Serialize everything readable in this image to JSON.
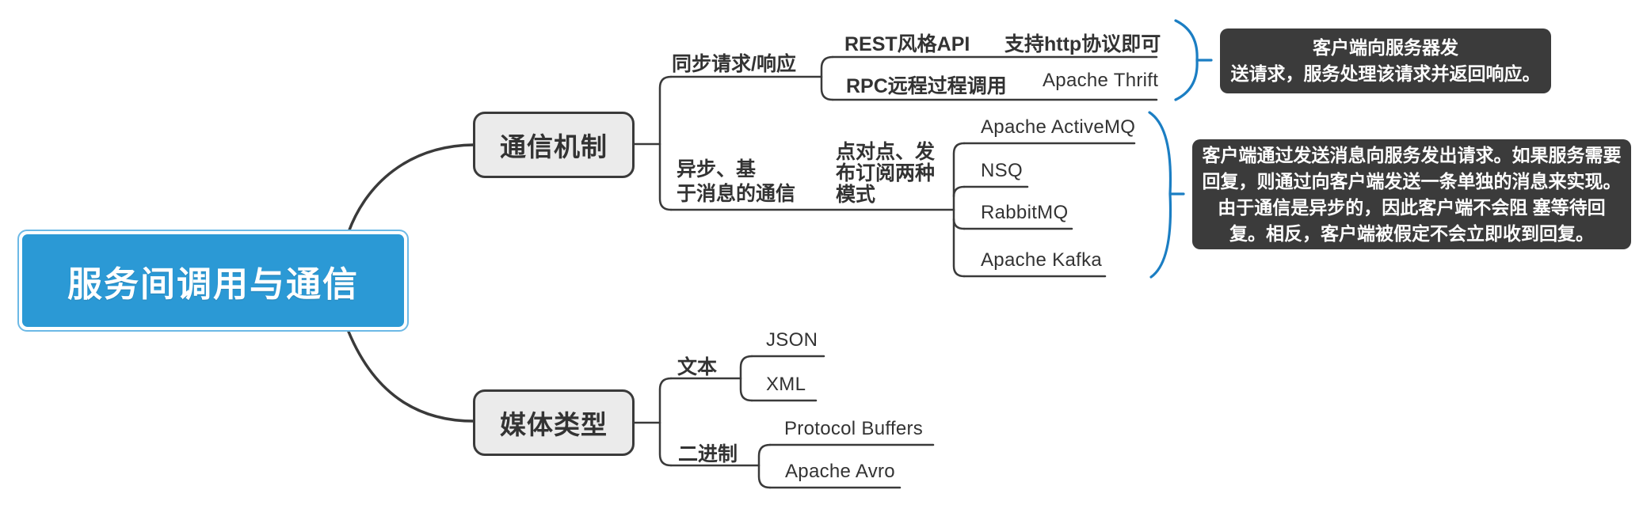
{
  "root": {
    "label": "服务间调用与通信"
  },
  "branch1": {
    "label": "通信机制",
    "sync": {
      "label": "同步请求/响应",
      "rest": "REST风格API",
      "rest_child": "支持http协议即可",
      "rpc": "RPC远程过程调用",
      "rpc_child": "Apache Thrift",
      "note": "客户端向服务器发\n送请求，服务处理该请求并返回响应。"
    },
    "async": {
      "label": "异步、基\n于消息的通信",
      "modes": "点对点、发\n布订阅两种\n模式",
      "mq": [
        "Apache ActiveMQ",
        "NSQ",
        "RabbitMQ",
        "Apache Kafka"
      ],
      "note": "客户端通过发送消息向服务发出请求。如果服务需要\n回复，则通过向客户端发送一条单独的消息来实现。\n由于通信是异步的，因此客户端不会阻 塞等待回\n复。相反，客户端被假定不会立即收到回复。"
    }
  },
  "branch2": {
    "label": "媒体类型",
    "text": {
      "label": "文本",
      "children": [
        "JSON",
        "XML"
      ]
    },
    "binary": {
      "label": "二进制",
      "children": [
        "Protocol Buffers",
        "Apache Avro"
      ]
    }
  },
  "colors": {
    "root_fill": "#2b99d5",
    "root_border": "#6cb9e6",
    "node_fill": "#ebebeb",
    "connector": "#3a3a3a",
    "brace": "#1b7ec3",
    "note_bg": "#3b3b3b"
  }
}
